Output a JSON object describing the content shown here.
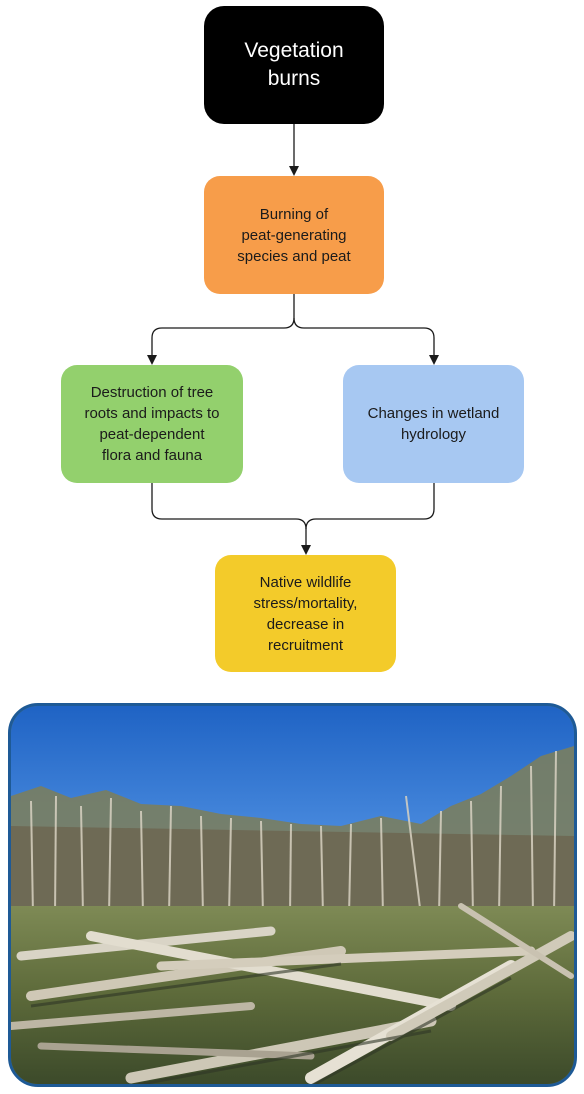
{
  "flowchart": {
    "nodes": {
      "start": "Vegetation\nburns",
      "burning": "Burning of\npeat-generating\nspecies and peat",
      "destruction": "Destruction of tree\nroots and impacts to\npeat-dependent\nflora and fauna",
      "hydrology": "Changes in wetland\nhydrology",
      "wildlife": "Native wildlife\nstress/mortality,\ndecrease in\nrecruitment"
    },
    "colors": {
      "start": "#000000",
      "burning": "#f79d4a",
      "destruction": "#93d06d",
      "hydrology": "#a7c8f2",
      "wildlife": "#f3cb2a",
      "connector": "#1b1b1b",
      "photo_border": "#1e5a96"
    },
    "edges": [
      [
        "start",
        "burning"
      ],
      [
        "burning",
        "destruction"
      ],
      [
        "burning",
        "hydrology"
      ],
      [
        "destruction",
        "wildlife"
      ],
      [
        "hydrology",
        "wildlife"
      ]
    ]
  },
  "photo": {
    "subject": "post-fire-peat-swamp-fallen-trees"
  }
}
